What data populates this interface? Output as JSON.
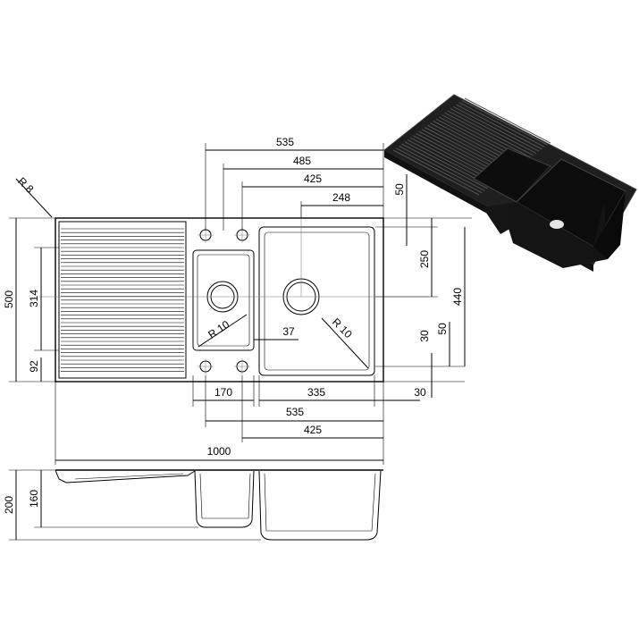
{
  "dimensions": {
    "top_535": "535",
    "top_485": "485",
    "top_425": "425",
    "top_248": "248",
    "right_50_top": "50",
    "right_250": "250",
    "right_440": "440",
    "right_30": "30",
    "right_50_bottom": "50",
    "left_500": "500",
    "left_314": "314",
    "left_92": "92",
    "radius_8": "R 8",
    "radius_10_small": "R 10",
    "radius_10_large": "R 10",
    "gap_37": "37",
    "bottom_170": "170",
    "bottom_335": "335",
    "bottom_30": "30",
    "bottom_535": "535",
    "bottom_425": "425",
    "overall_1000": "1000",
    "side_200": "200",
    "side_160": "160"
  },
  "colors": {
    "line": "#000000",
    "product_body": "#1c1c1c",
    "product_edge": "#3a3a3a"
  }
}
